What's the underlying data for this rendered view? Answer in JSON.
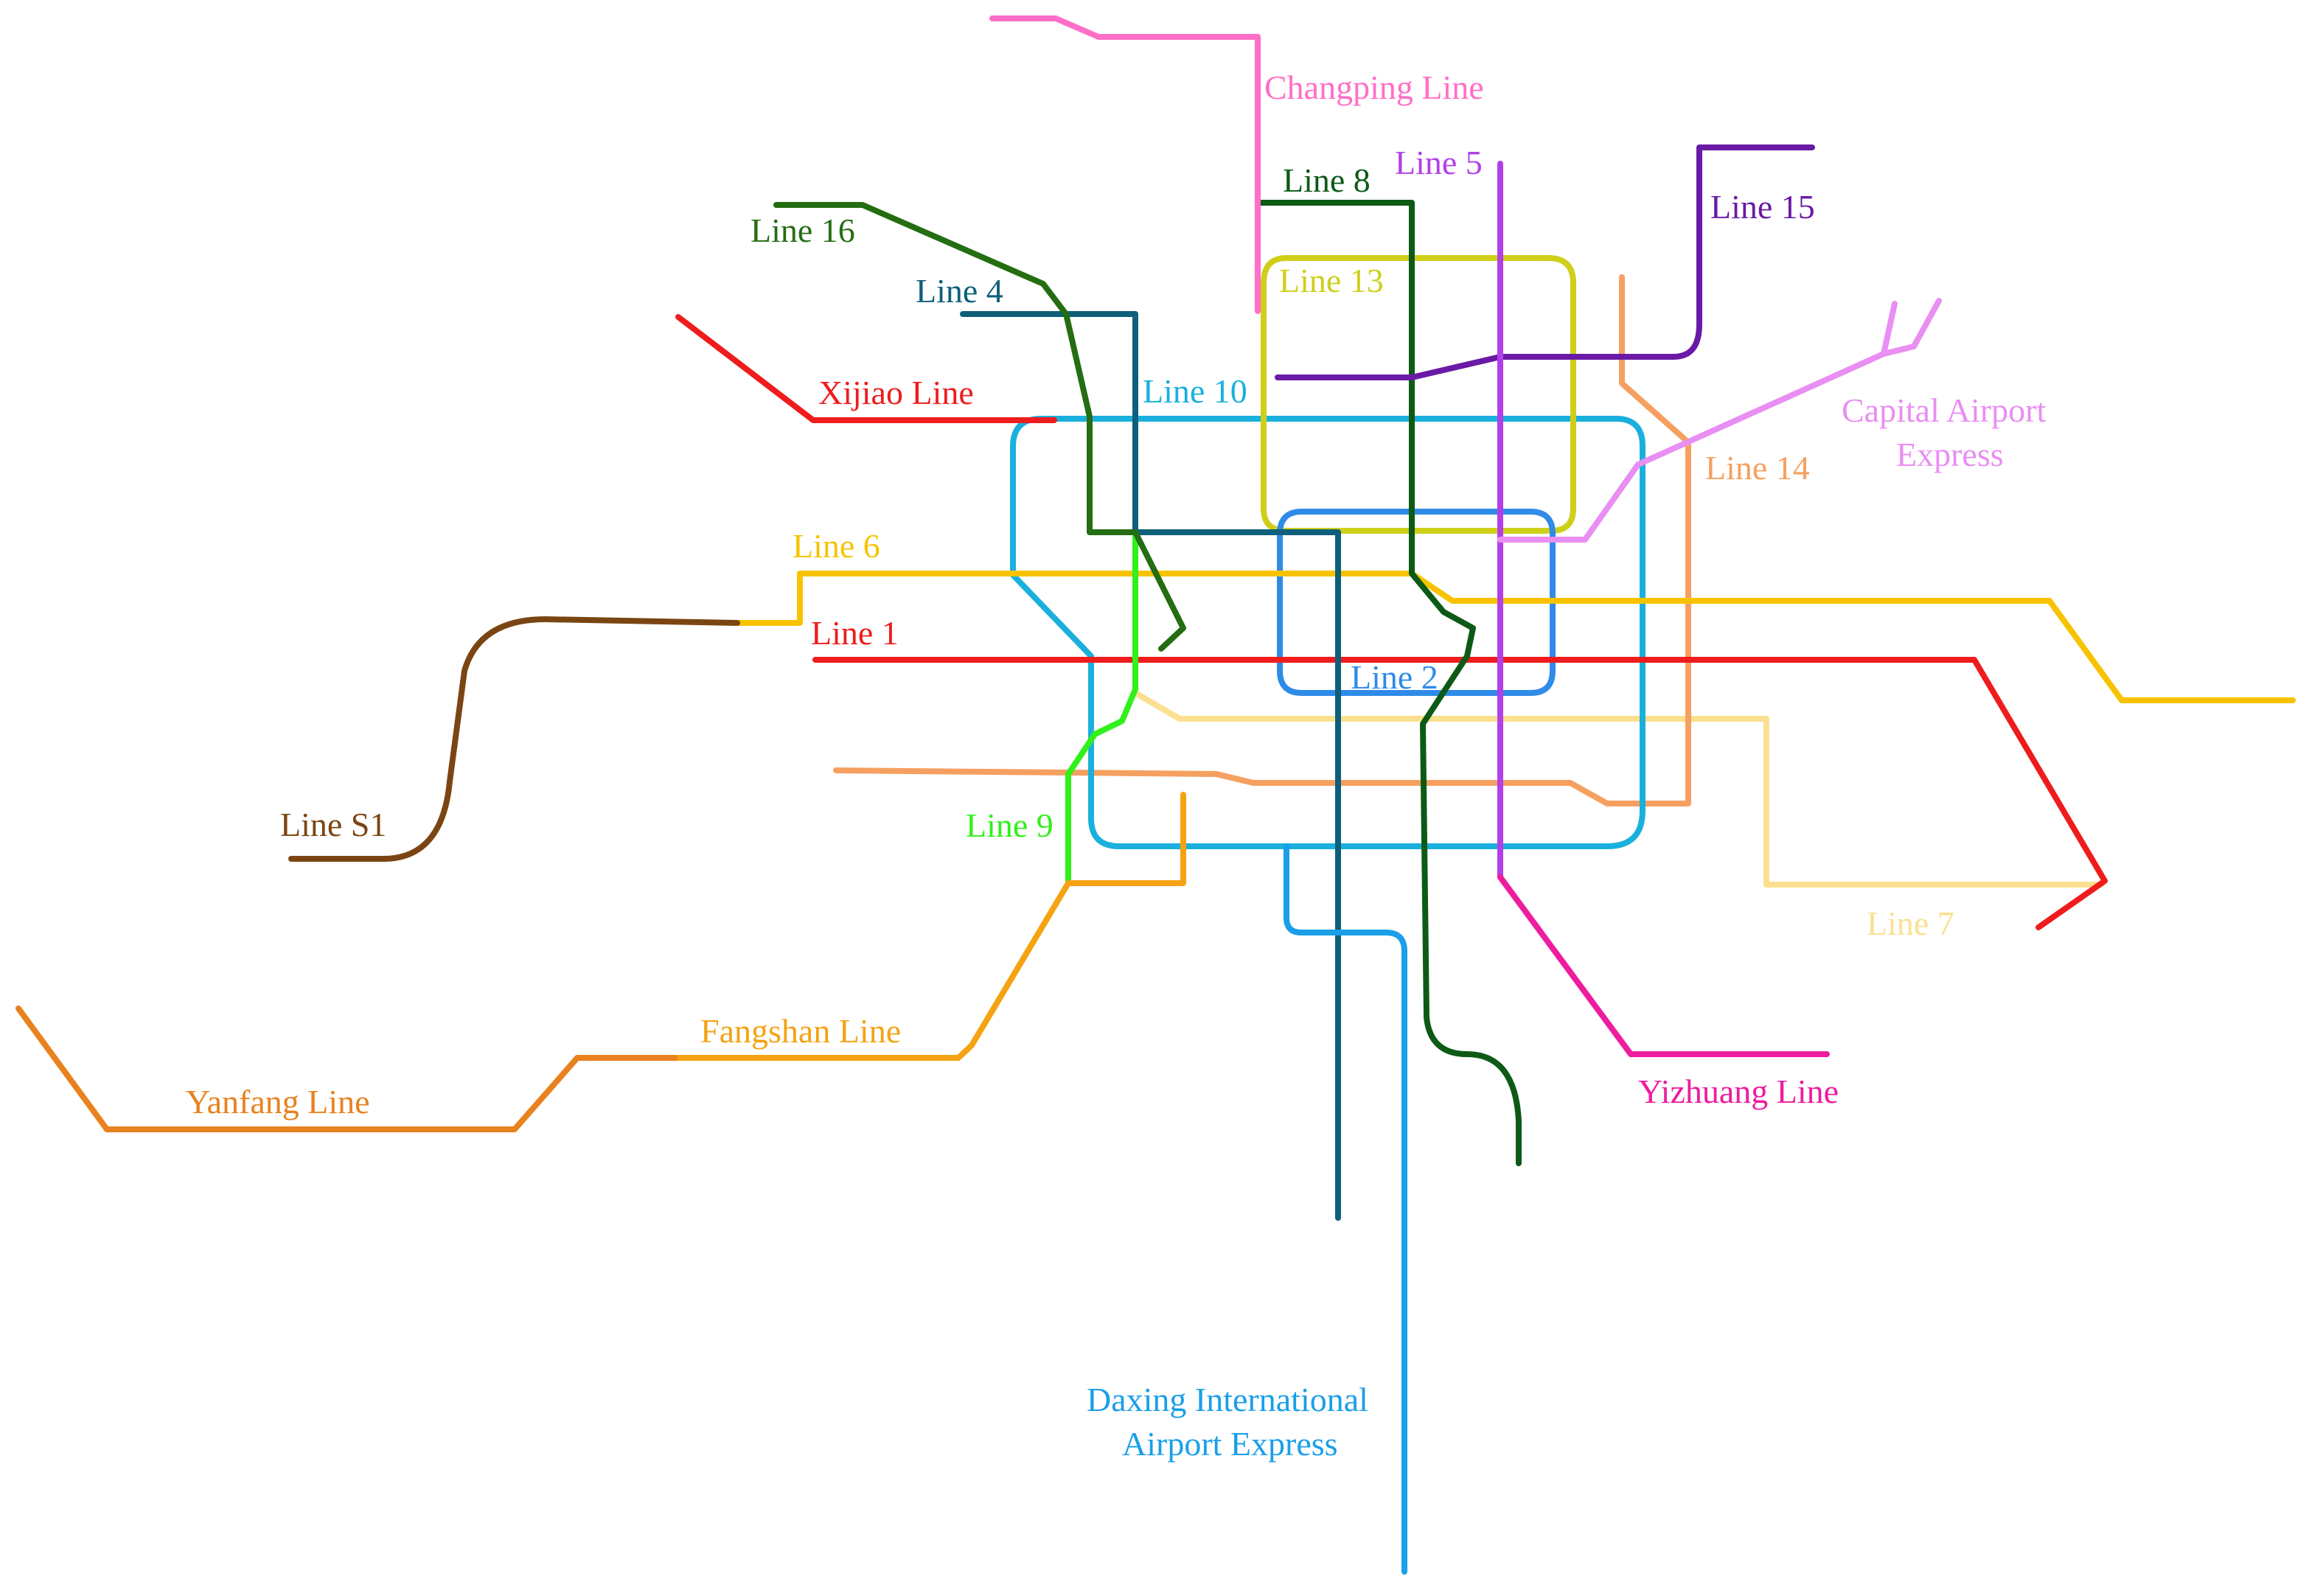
{
  "lines": {
    "changping": {
      "name": "Changping Line",
      "color": "#ff6ec7"
    },
    "line8": {
      "name": "Line 8",
      "color": "#0d5a16"
    },
    "line5": {
      "name": "Line 5",
      "color": "#b23fe8"
    },
    "line15": {
      "name": "Line 15",
      "color": "#6a1aa6"
    },
    "line16": {
      "name": "Line 16",
      "color": "#246d12"
    },
    "line4": {
      "name": "Line 4",
      "color": "#0e5f7a"
    },
    "line13": {
      "name": "Line 13",
      "color": "#cfcf1a"
    },
    "xijiao": {
      "name": "Xijiao Line",
      "color": "#ee1c1c"
    },
    "line10": {
      "name": "Line 10",
      "color": "#1ab0dd"
    },
    "capital": {
      "name_line1": "Capital Airport",
      "name_line2": "Express",
      "color": "#e98ef2"
    },
    "line14": {
      "name": "Line 14",
      "color": "#f5a060"
    },
    "line6": {
      "name": "Line 6",
      "color": "#f7c300"
    },
    "line1": {
      "name": "Line 1",
      "color": "#ee1c1c"
    },
    "line2": {
      "name": "Line 2",
      "color": "#2f8be8"
    },
    "lineS1": {
      "name": "Line S1",
      "color": "#7a4512"
    },
    "line9": {
      "name": "Line 9",
      "color": "#31f01c"
    },
    "line7": {
      "name": "Line 7",
      "color": "#fbe08f"
    },
    "fangshan": {
      "name": "Fangshan Line",
      "color": "#f5a312"
    },
    "yanfang": {
      "name": "Yanfang Line",
      "color": "#e8821f"
    },
    "yizhuang": {
      "name": "Yizhuang Line",
      "color": "#ee1c9e"
    },
    "daxing": {
      "name_line1": "Daxing International",
      "name_line2": "Airport Express",
      "color": "#1a9fe8"
    }
  }
}
